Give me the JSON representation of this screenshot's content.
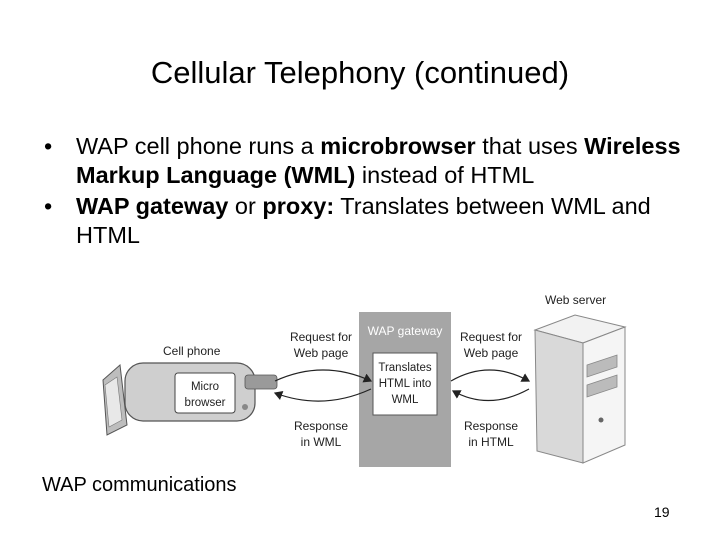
{
  "slide": {
    "title": "Cellular Telephony (continued)",
    "bullets": [
      {
        "segments": [
          {
            "text": "WAP cell phone runs a ",
            "bold": false
          },
          {
            "text": "microbrowser",
            "bold": true
          },
          {
            "text": " that uses ",
            "bold": false
          },
          {
            "text": "Wireless Markup Language (WML)",
            "bold": true
          },
          {
            "text": " instead of HTML",
            "bold": false
          }
        ]
      },
      {
        "segments": [
          {
            "text": "WAP gateway",
            "bold": true
          },
          {
            "text": " or ",
            "bold": false
          },
          {
            "text": "proxy:",
            "bold": true
          },
          {
            "text": " Translates between WML and HTML",
            "bold": false
          }
        ]
      }
    ],
    "caption": "WAP communications",
    "page_number": "19"
  },
  "diagram": {
    "cell_phone_label": "Cell phone",
    "phone_screen_line1": "Micro",
    "phone_screen_line2": "browser",
    "gateway_label": "WAP gateway",
    "translate_line1": "Translates",
    "translate_line2": "HTML into",
    "translate_line3": "WML",
    "request_left_line1": "Request for",
    "request_left_line2": "Web page",
    "response_left_line1": "Response",
    "response_left_line2": "in WML",
    "request_right_line1": "Request for",
    "request_right_line2": "Web page",
    "response_right_line1": "Response",
    "response_right_line2": "in HTML",
    "web_server_label": "Web server",
    "colors": {
      "gateway_fill": "#a6a6a6",
      "box_fill": "#ffffff",
      "server_fill": "#e2e2e2",
      "phone_fill": "#cfcfcf",
      "label_color": "#222222"
    }
  }
}
